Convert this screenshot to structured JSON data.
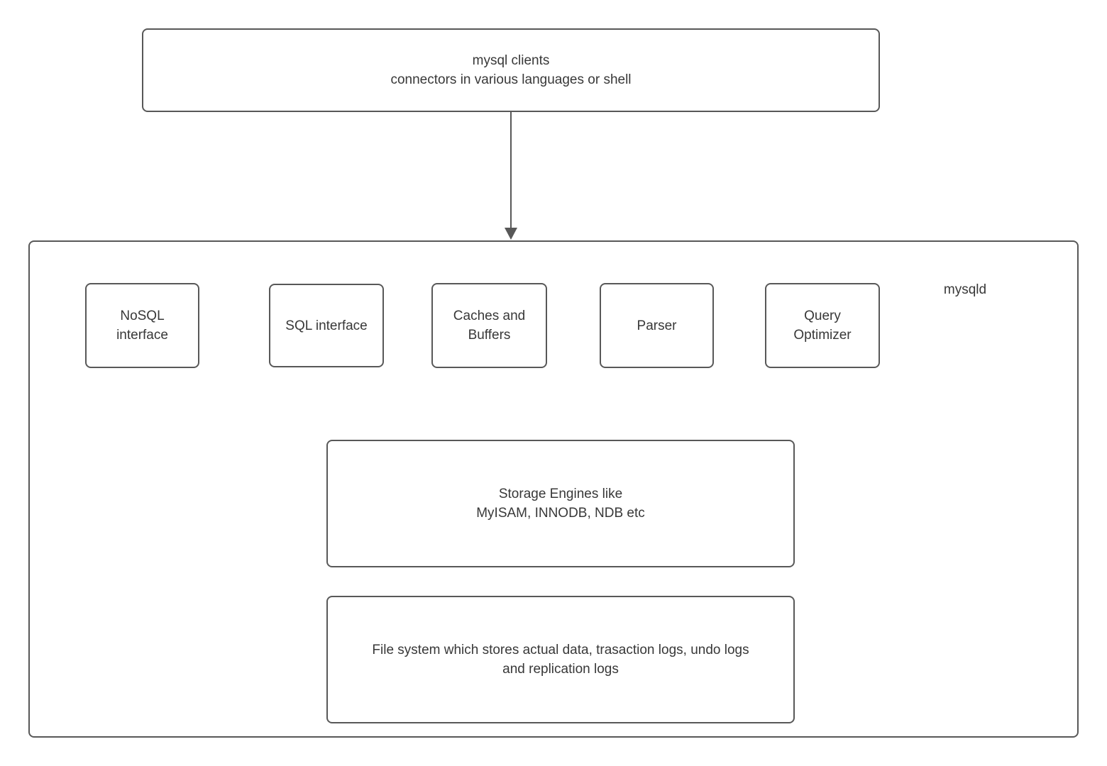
{
  "diagram": {
    "clients_box": {
      "lines": [
        "mysql clients",
        "connectors in various languages or shell"
      ]
    },
    "mysqld_label": "mysqld",
    "components": [
      {
        "lines": [
          "NoSQL",
          "interface"
        ]
      },
      {
        "lines": [
          "SQL interface"
        ]
      },
      {
        "lines": [
          "Caches and",
          "Buffers"
        ]
      },
      {
        "lines": [
          "Parser"
        ]
      },
      {
        "lines": [
          "Query",
          "Optimizer"
        ]
      }
    ],
    "storage_box": {
      "lines": [
        "Storage Engines like",
        "MyISAM, INNODB, NDB etc"
      ]
    },
    "filesystem_box": {
      "lines": [
        "File system which stores actual data, trasaction logs, undo logs",
        "and replication logs"
      ]
    },
    "colors": {
      "border": "#585858",
      "text": "#383838",
      "background": "#ffffff"
    }
  }
}
